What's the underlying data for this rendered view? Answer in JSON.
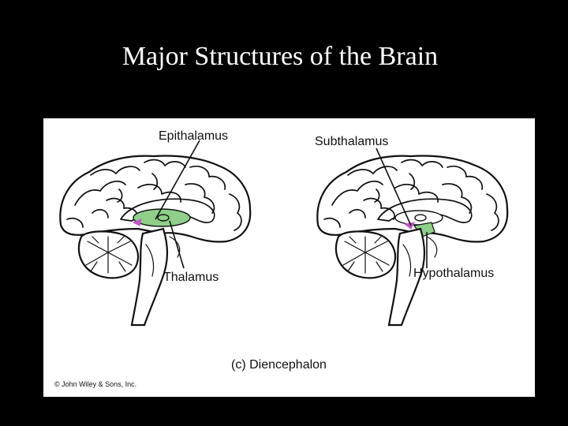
{
  "slide": {
    "title": "Major Structures of the Brain"
  },
  "figure": {
    "labels": {
      "epithalamus": "Epithalamus",
      "thalamus": "Thalamus",
      "subthalamus": "Subthalamus",
      "hypothalamus": "Hypothalamus"
    },
    "caption": "(c) Diencephalon",
    "copyright": "© John Wiley & Sons, Inc.",
    "colors": {
      "highlight": "#8fcf8a",
      "pineal_accent": "#c058c8",
      "outline": "#111111"
    }
  }
}
